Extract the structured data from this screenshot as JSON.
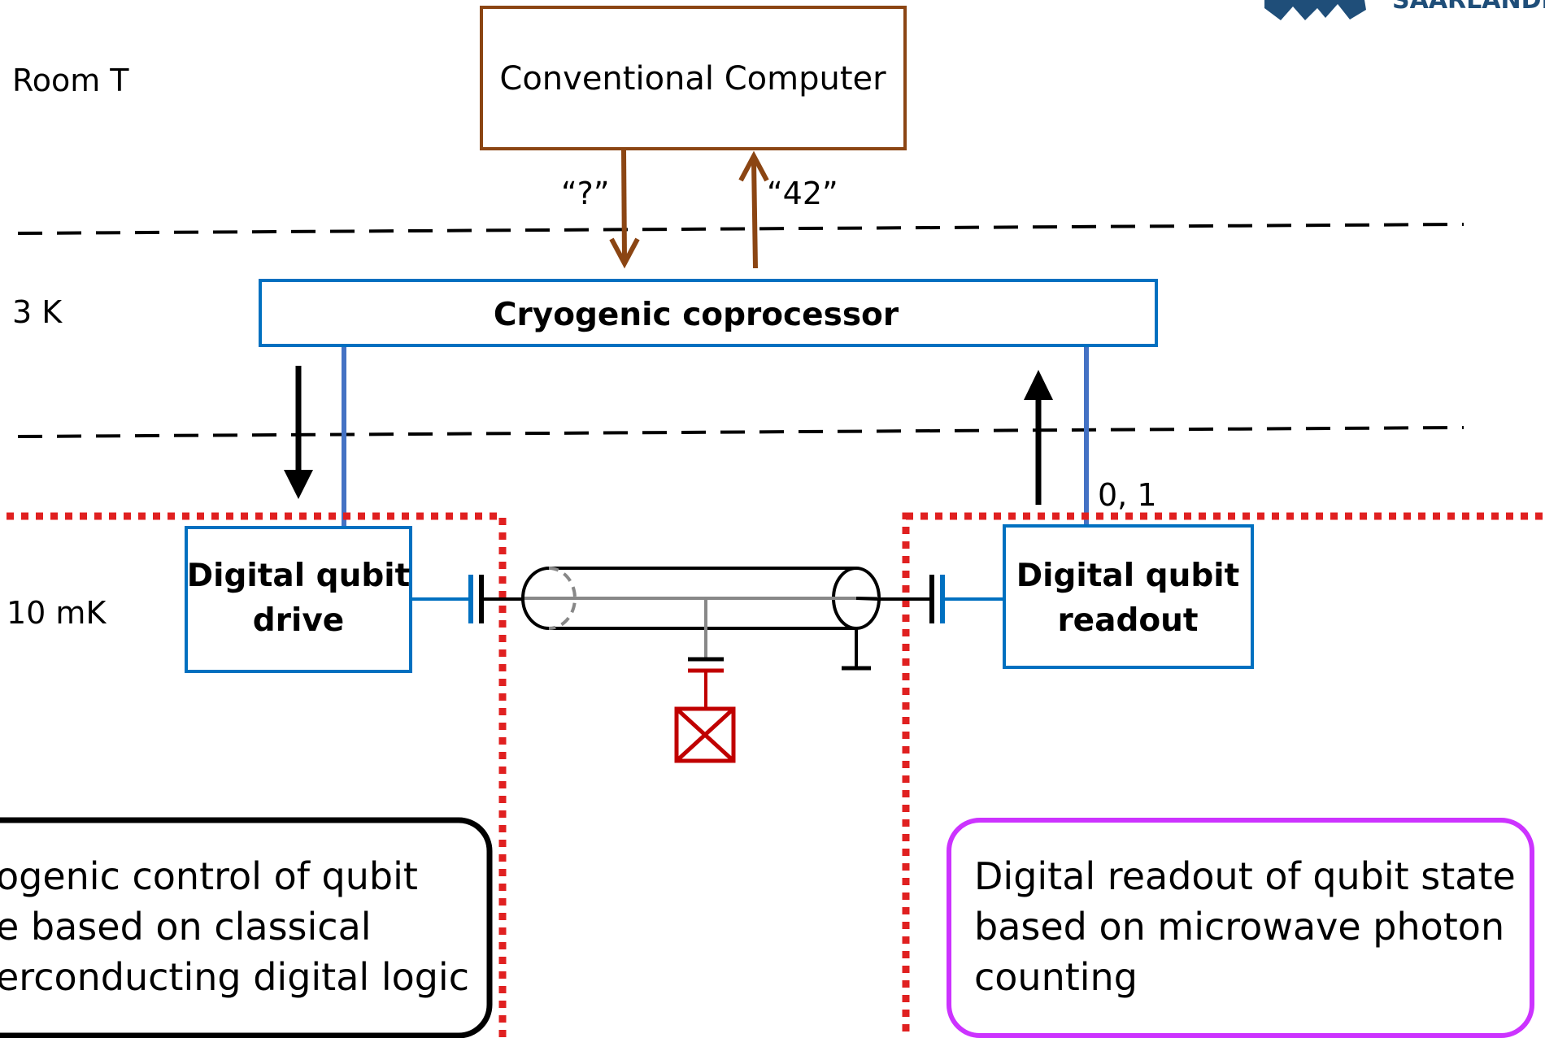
{
  "temperature_levels": {
    "room": "Room T",
    "k3": "3 K",
    "mk10": "10 mK"
  },
  "conventional_computer": {
    "label": "Conventional  Computer",
    "color": "#8B4513"
  },
  "signals": {
    "question": "“?”",
    "answer": "“42”",
    "bits": "0, 1"
  },
  "coprocessor": {
    "label": "Cryogenic coprocessor",
    "color": "#0070C0"
  },
  "drive": {
    "line1": "Digital qubit",
    "line2": "drive"
  },
  "readout": {
    "line1": "Digital qubit",
    "line2": "readout"
  },
  "left_note": {
    "lines": [
      "ogenic control of qubit",
      "e based on classical",
      "erconducting digital logic"
    ],
    "border_color": "#000000"
  },
  "right_note": {
    "lines": [
      "Digital readout of qubit state",
      "based on microwave photon",
      "counting"
    ],
    "border_color": "#CC33FF"
  },
  "colors": {
    "zone_border": "#E02020",
    "bus_line": "#4472C4",
    "josephson": "#C00000",
    "box_blue": "#0070C0"
  },
  "logo": {
    "partial_text": "SAARLANDES"
  }
}
